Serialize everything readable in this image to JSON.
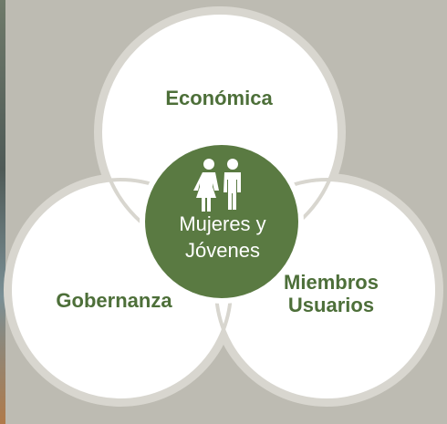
{
  "diagram": {
    "circles": {
      "top": {
        "label": "Económica"
      },
      "left": {
        "label": "Gobernanza"
      },
      "right": {
        "label_line1": "Miembros",
        "label_line2": "Usuarios"
      }
    },
    "center": {
      "icon": "people-icon",
      "line1": "Mujeres y",
      "line2": "Jóvenes"
    }
  },
  "colors": {
    "background": "#bdbbb2",
    "circle_fill": "#ffffff",
    "circle_ring": "#d8d6cf",
    "center_fill": "#5a7a42",
    "center_ring": "#ffffff",
    "label_text": "#4d6f39",
    "center_text": "#ffffff"
  }
}
